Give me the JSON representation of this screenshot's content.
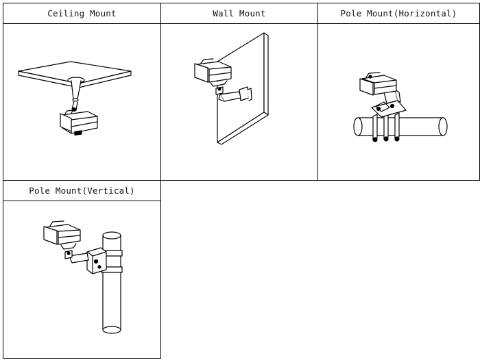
{
  "mounts": [
    {
      "id": "ceiling",
      "label": "Ceiling Mount",
      "illustration": "ceiling-mount-camera"
    },
    {
      "id": "wall",
      "label": "Wall Mount",
      "illustration": "wall-mount-camera"
    },
    {
      "id": "pole-horizontal",
      "label": "Pole Mount(Horizontal)",
      "illustration": "pole-horizontal-mount-camera"
    },
    {
      "id": "pole-vertical",
      "label": "Pole Mount(Vertical)",
      "illustration": "pole-vertical-mount-camera"
    }
  ]
}
